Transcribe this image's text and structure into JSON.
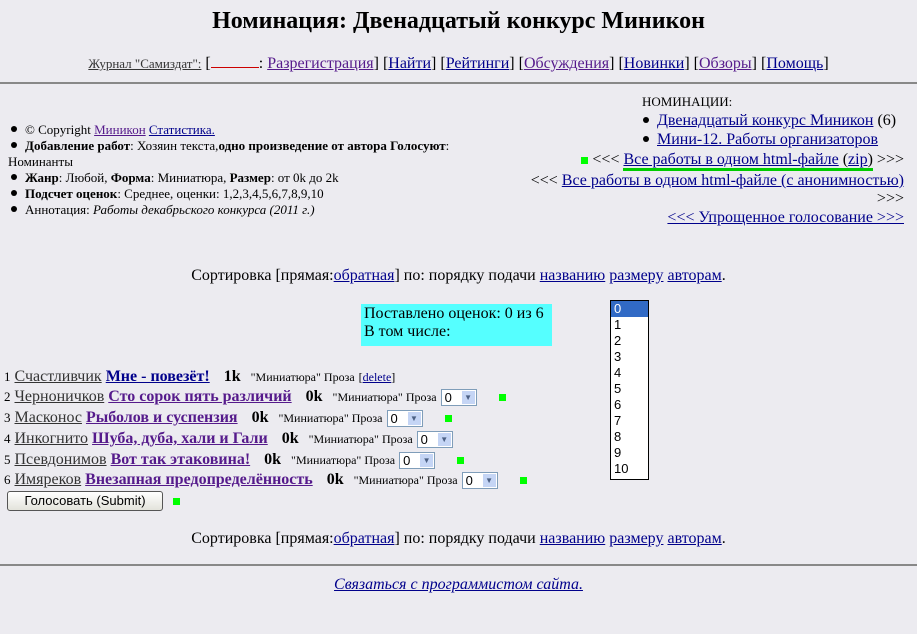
{
  "title": "Номинация: Двенадцатый конкурс Миникон",
  "nav": {
    "journal": "Журнал \"Самиздат\":",
    "items": [
      "Разрегистрация",
      "Найти",
      "Рейтинги",
      "Обсуждения",
      "Новинки",
      "Обзоры",
      "Помощь"
    ]
  },
  "info": {
    "copyright": "© Copyright",
    "author": "Миникон",
    "stats": "Статистика.",
    "add_label": "Добавление работ",
    "add_value": ": Хозяин текста,",
    "add_bold": "одно произведение от автора",
    "vote_label": "Голосуют",
    "vote_value": "Номинанты",
    "genre_label": "Жанр",
    "genre": ": Любой, ",
    "form_label": "Форма",
    "form": ": Миниатюра, ",
    "size_label": "Размер",
    "size": ": от 0k до 2k",
    "count_label": "Подсчет оценок",
    "count": ": Среднее, оценки: 1,2,3,4,5,6,7,8,9,10",
    "annot_label": "Аннотация:",
    "annot": "Работы декабрьского конкурса (2011 г.)"
  },
  "nominations": {
    "label": "НОМИНАЦИИ:",
    "items": [
      {
        "name": "Двенадцатый конкурс Миникон",
        "count": "(6)"
      },
      {
        "name": "Мини-12. Работы организаторов",
        "count": ""
      }
    ]
  },
  "links": {
    "all": "Все работы в одном html-файле",
    "zip": "zip",
    "anon": "Все работы в одном html-файле (с анонимностью)",
    "simple": "<<< Упрощенное голосование >>>"
  },
  "sort": {
    "label": "Сортировка [прямая:",
    "reverse": "обратная",
    "by": "] по: порядку подачи",
    "name": "названию",
    "size": "размеру",
    "authors": "авторам",
    "end": "."
  },
  "stats": {
    "line1": "Поставлено оценок: 0 из 6",
    "line2": "В том числе:"
  },
  "works": [
    {
      "n": "1",
      "author": "Счастливчик",
      "title": "Мне - повезёт!",
      "size": "1k",
      "genre": "\"Миниатюра\" Проза",
      "delete": "delete"
    },
    {
      "n": "2",
      "author": "Черноничков",
      "title": "Сто сорок пять различий",
      "size": "0k",
      "genre": "\"Миниатюра\" Проза",
      "vote": "0"
    },
    {
      "n": "3",
      "author": "Масконос",
      "title": "Рыболов и суспензия",
      "size": "0k",
      "genre": "\"Миниатюра\" Проза",
      "vote": "0"
    },
    {
      "n": "4",
      "author": "Инкогнито",
      "title": "Шуба, дуба, хали и Гали",
      "size": "0k",
      "genre": "\"Миниатюра\" Проза",
      "vote": "0"
    },
    {
      "n": "5",
      "author": "Псевдонимов",
      "title": "Вот так этаковина!",
      "size": "0k",
      "genre": "\"Миниатюра\" Проза",
      "vote": "0"
    },
    {
      "n": "6",
      "author": "Имяреков",
      "title": "Внезапная предопределённость",
      "size": "0k",
      "genre": "\"Миниатюра\" Проза",
      "vote": "0"
    }
  ],
  "dropdown_options": [
    "0",
    "1",
    "2",
    "3",
    "4",
    "5",
    "6",
    "7",
    "8",
    "9",
    "10"
  ],
  "submit": "Голосовать (Submit)",
  "footer": "Связаться с программистом сайта."
}
